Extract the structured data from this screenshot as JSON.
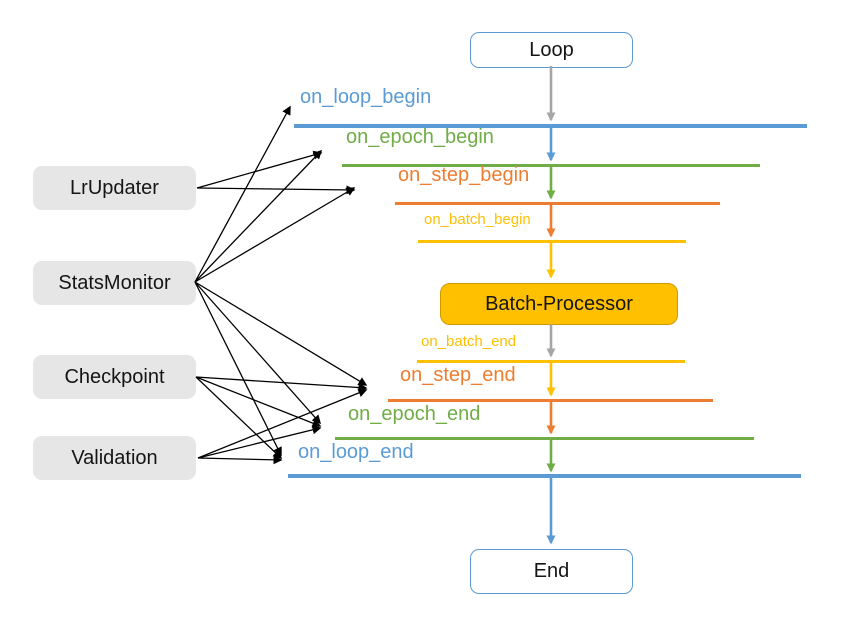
{
  "colors": {
    "blue": "#5b9bd5",
    "green": "#70ad47",
    "orange": "#ed7d31",
    "gold": "#ffc000",
    "gray": "#a6a6a6",
    "black": "#000000",
    "callback_box_fill": "#e7e6e6",
    "node_border": "#5b9bd5",
    "batch_fill": "#ffc000"
  },
  "nodes": {
    "loop": "Loop",
    "end": "End",
    "batch_processor": "Batch-Processor"
  },
  "hooks": [
    {
      "id": "on_loop_begin",
      "label": "on_loop_begin",
      "color": "#5b9bd5"
    },
    {
      "id": "on_epoch_begin",
      "label": "on_epoch_begin",
      "color": "#70ad47"
    },
    {
      "id": "on_step_begin",
      "label": "on_step_begin",
      "color": "#ed7d31"
    },
    {
      "id": "on_batch_begin",
      "label": "on_batch_begin",
      "color": "#ffc000"
    },
    {
      "id": "on_batch_end",
      "label": "on_batch_end",
      "color": "#ffc000"
    },
    {
      "id": "on_step_end",
      "label": "on_step_end",
      "color": "#ed7d31"
    },
    {
      "id": "on_epoch_end",
      "label": "on_epoch_end",
      "color": "#70ad47"
    },
    {
      "id": "on_loop_end",
      "label": "on_loop_end",
      "color": "#5b9bd5"
    }
  ],
  "callbacks": [
    {
      "label": "LrUpdater",
      "targets": [
        "on_epoch_begin",
        "on_step_begin"
      ]
    },
    {
      "label": "StatsMonitor",
      "targets": [
        "on_loop_begin",
        "on_epoch_begin",
        "on_step_begin",
        "on_step_end",
        "on_epoch_end",
        "on_loop_end"
      ]
    },
    {
      "label": "Checkpoint",
      "targets": [
        "on_step_end",
        "on_epoch_end",
        "on_loop_end"
      ]
    },
    {
      "label": "Validation",
      "targets": [
        "on_step_end",
        "on_epoch_end",
        "on_loop_end"
      ]
    }
  ]
}
